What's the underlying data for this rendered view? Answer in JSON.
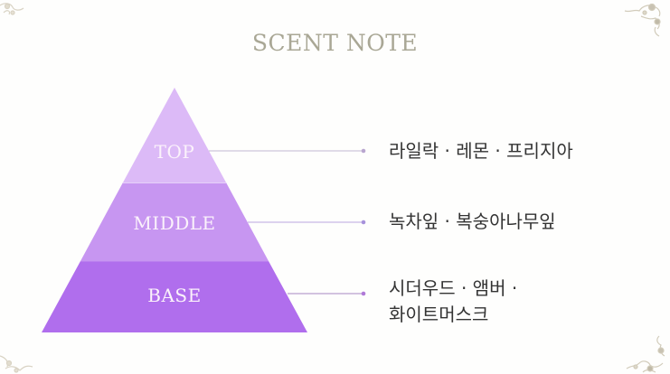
{
  "title": "SCENT NOTE",
  "colors": {
    "title": "#a9a795",
    "top_tier": "#dcb9f7",
    "middle_tier": "#c694f0",
    "base_tier": "#b06ded",
    "connector_line": "#c8b7de",
    "connector_dot": "#b07ad8",
    "label_text": "#fbf2fb",
    "note_text": "#333333",
    "ornament": "#d6d0c0"
  },
  "pyramid": {
    "tiers": [
      {
        "label": "TOP",
        "notes": "라일락 · 레몬 · 프리지아"
      },
      {
        "label": "MIDDLE",
        "notes": "녹차잎 · 복숭아나무잎"
      },
      {
        "label": "BASE",
        "notes_line1": "시더우드 · 앰버 ·",
        "notes_line2": "화이트머스크"
      }
    ]
  },
  "ornaments": [
    "corner-top-left",
    "corner-top-right",
    "corner-bottom-left",
    "corner-bottom-right"
  ]
}
